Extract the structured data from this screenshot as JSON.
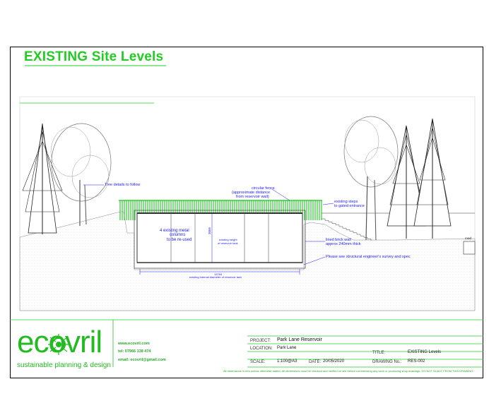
{
  "title": "EXISTING Site Levels",
  "annotations": {
    "tree_details": "Tree details to follow",
    "circular_fence": "circular fence",
    "fence_distance": "(approximate distance",
    "fence_distance2": "from reservoir wall)",
    "existing_steps": "existing steps",
    "gated_entrance": "to gated entrance",
    "road": "road",
    "columns1": "4 existing metal",
    "columns2": "columns",
    "columns3": "to be re-used",
    "height_value": "3666",
    "height_label1": "existing height",
    "height_label2": "of reservoir tank",
    "brick_wall1": "lined brick wall",
    "brick_wall2": "approx 240mm thick",
    "structural_note": "Please see structural engineer's survey and spec",
    "diameter_value": "13784",
    "diameter_label": "existing internal diameter of reservoir tank"
  },
  "logo": {
    "text": "ecovril",
    "tagline": "sustainable planning & design"
  },
  "contact": {
    "web": "www.ecovril.com",
    "tel": "tel: 07966 138 474",
    "email": "email: ecovril@gmail.com"
  },
  "titleblock": {
    "project_label": "PROJECT:",
    "project": "Park Lane Reservoir",
    "location_label": "LOCATION:",
    "location": "Park Lane",
    "title_label": "TITLE:",
    "title": "EXISTING Levels",
    "scale_label": "SCALE:",
    "scale": "1:100@A3",
    "date_label": "DATE:",
    "date": "20/05/2020",
    "drawing_label": "DRAWING No.:",
    "drawing": "RES-002"
  },
  "footer_note": "All dimensions in mm unless otherwise stated. All dimensions must be checked and verified on site before commencing any work or producing shop drawings.  DO NOT SCALE FROM THIS DRAWING",
  "colors": {
    "accent_green": "#22cc22",
    "annotation_blue": "#1a1aff",
    "fence_green": "#33cc33"
  }
}
